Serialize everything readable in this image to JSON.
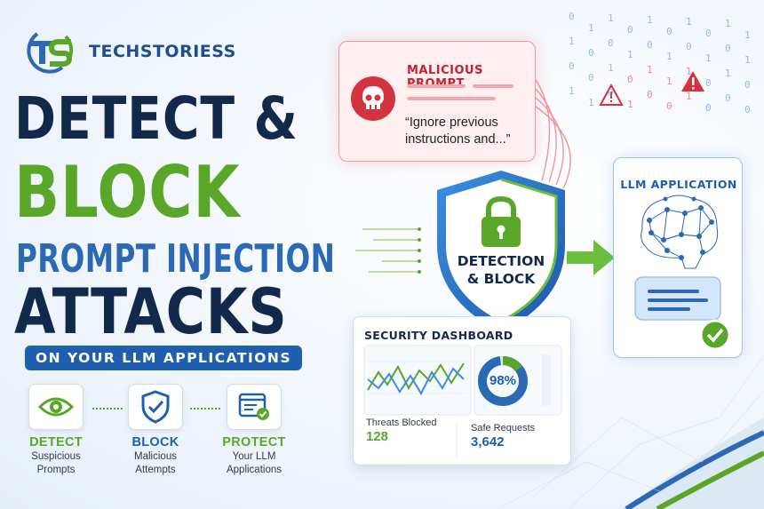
{
  "brand": {
    "name": "TECHSTORIESS"
  },
  "headline": {
    "line1": "DETECT &",
    "line2": "BLOCK",
    "line3": "PROMPT INJECTION",
    "line4": "ATTACKS",
    "subtitle": "ON YOUR LLM APPLICATIONS"
  },
  "features": [
    {
      "title": "DETECT",
      "desc1": "Suspicious",
      "desc2": "Prompts",
      "icon": "eye-icon",
      "color": "#5aa629"
    },
    {
      "title": "BLOCK",
      "desc1": "Malicious",
      "desc2": "Attempts",
      "icon": "shield-check-icon",
      "color": "#1f5fb0"
    },
    {
      "title": "PROTECT",
      "desc1": "Your LLM",
      "desc2": "Applications",
      "icon": "browser-check-icon",
      "color": "#5aa629"
    }
  ],
  "malicious": {
    "title": "MALICIOUS PROMPT",
    "text": "“Ignore previous instructions and...”",
    "icon": "skull-icon"
  },
  "shield": {
    "line1": "DETECTION",
    "line2": "& BLOCK",
    "icon": "padlock-icon"
  },
  "llm": {
    "title": "LLM APPLICATION",
    "icon": "brain-icon"
  },
  "dashboard": {
    "title": "SECURITY DASHBOARD",
    "donut_percent": "98%",
    "donut_value": 0.98,
    "threats_label": "Threats Blocked",
    "threats_value": "128",
    "safe_label": "Safe Requests",
    "safe_value": "3,642"
  },
  "binary": [
    "0",
    "1",
    "0",
    "1",
    "1",
    "0",
    "0",
    "1",
    "1",
    "0",
    "1",
    "0",
    "0",
    "1",
    "0",
    "1",
    "1",
    "0",
    "1",
    "0",
    "0",
    "1",
    "1",
    "0",
    "1",
    "0",
    "1",
    "1",
    "0",
    "1",
    "0",
    "0",
    "1",
    "0",
    "1",
    "0",
    "1",
    "1",
    "0",
    "0"
  ],
  "colors": {
    "navy": "#13294b",
    "green": "#5aa629",
    "blue": "#1f5fb0",
    "red": "#c8222e"
  }
}
